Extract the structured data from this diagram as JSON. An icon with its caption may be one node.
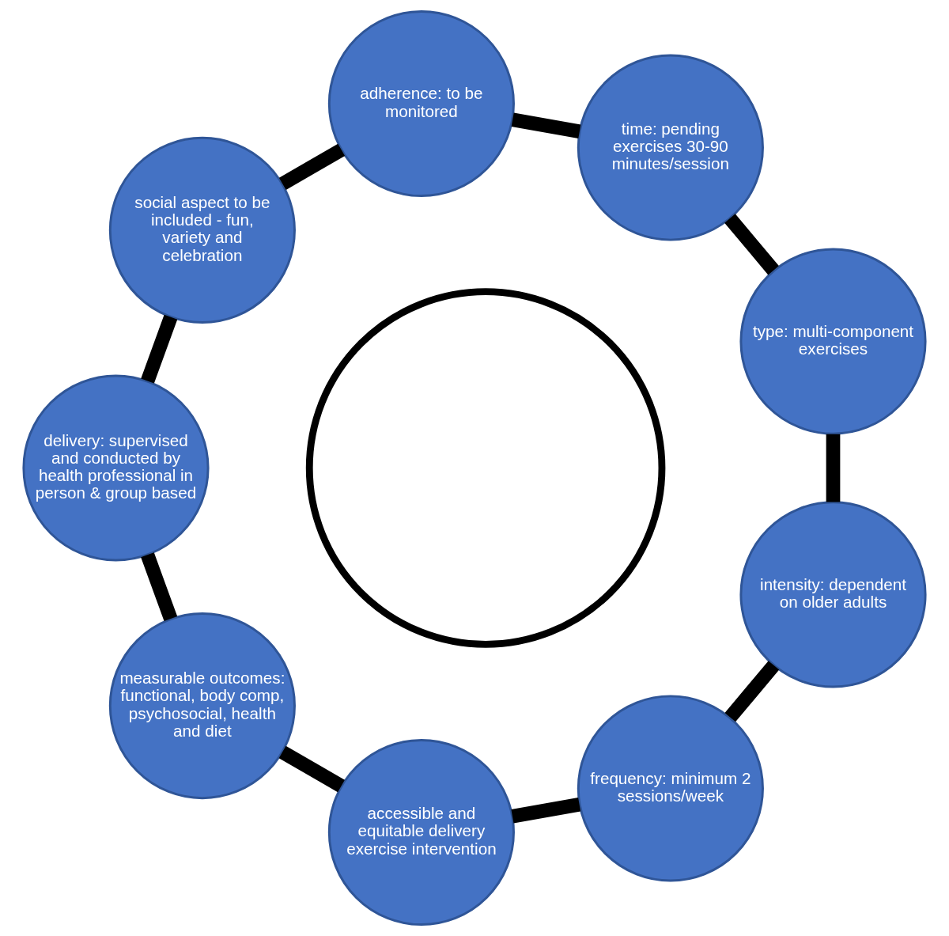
{
  "diagram": {
    "nodes": [
      {
        "text": [
          "type: multi-component exercises"
        ]
      },
      {
        "text": [
          "time: pending exercises 30-90 minutes/session"
        ]
      },
      {
        "text": [
          "adherence: to be monitored"
        ]
      },
      {
        "text": [
          "social aspect to be included - fun, variety and celebration"
        ]
      },
      {
        "text": [
          "delivery: supervised and conducted by health professional in person & group based"
        ]
      },
      {
        "text": [
          "measurable outcomes: functional, body comp, psychosocial, health and diet"
        ]
      },
      {
        "text": [
          "accessible and equitable delivery exercise intervention"
        ]
      },
      {
        "text": [
          "frequency: minimum 2 sessions/week"
        ]
      },
      {
        "text": [
          "intensity: dependent on older adults"
        ]
      },
      {
        "text": [],
        "shape": "circle"
      }
    ],
    "edges": [
      {
        "from": 0,
        "to": 1,
        "arrow": "none"
      },
      {
        "from": 1,
        "to": 2,
        "arrow": "none"
      },
      {
        "from": 2,
        "to": 3,
        "arrow": "none"
      },
      {
        "from": 3,
        "to": 4,
        "arrow": "none"
      },
      {
        "from": 4,
        "to": 5,
        "arrow": "none"
      },
      {
        "from": 5,
        "to": 6,
        "arrow": "none"
      },
      {
        "from": 6,
        "to": 7,
        "arrow": "none"
      },
      {
        "from": 7,
        "to": 8,
        "arrow": "none"
      },
      {
        "from": 8,
        "to": 0,
        "arrow": "none"
      }
    ]
  }
}
